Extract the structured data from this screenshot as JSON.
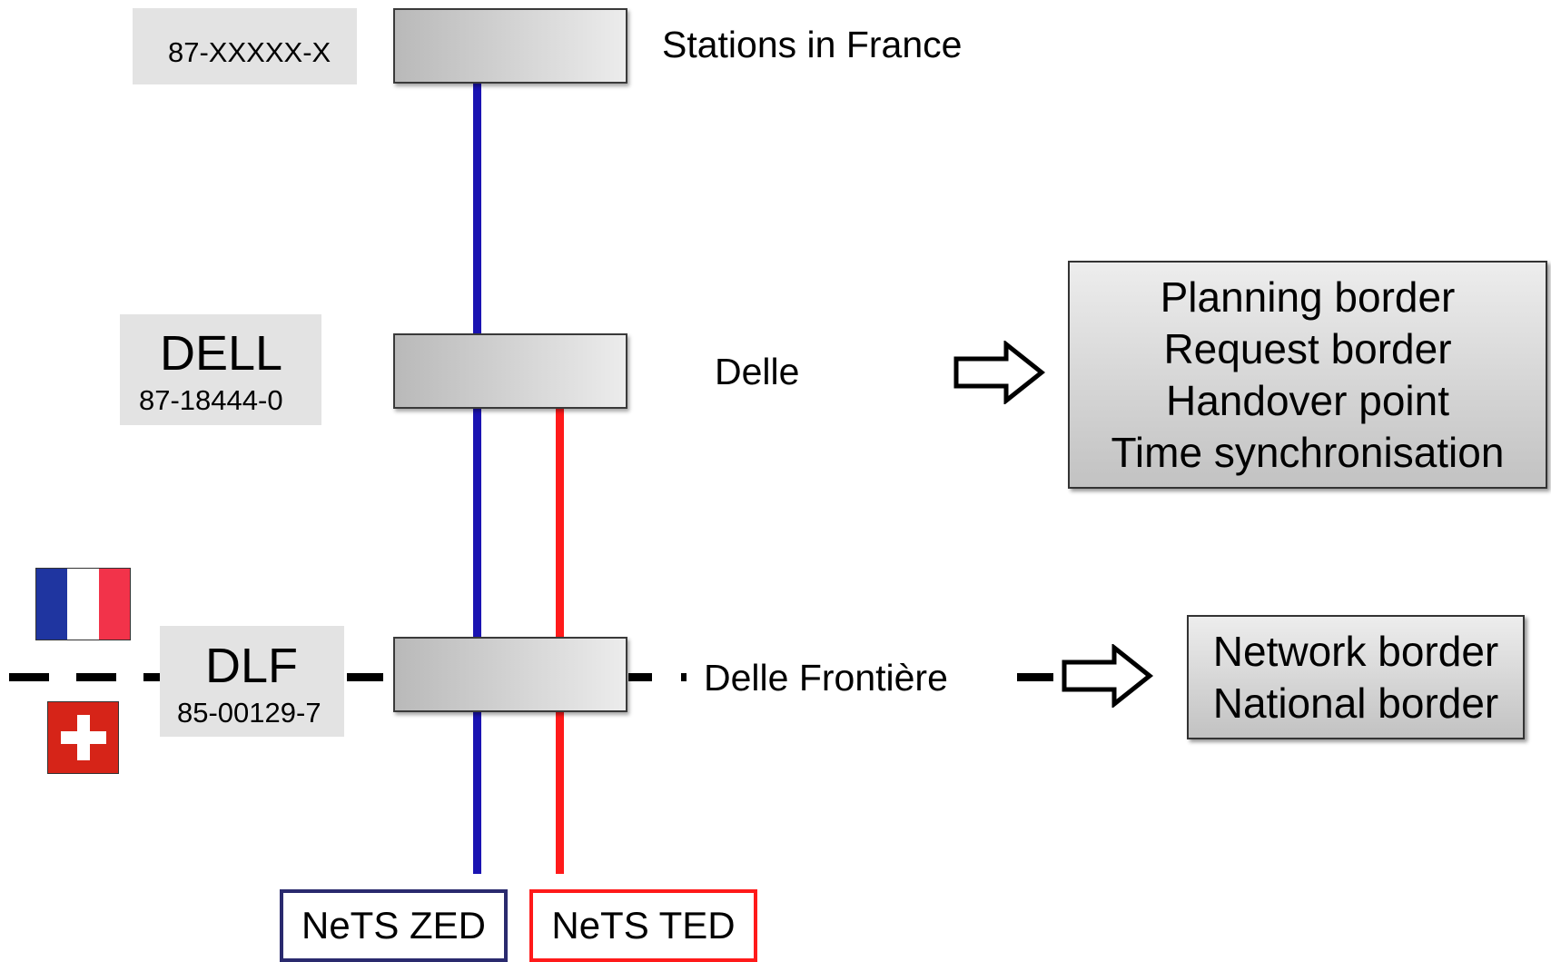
{
  "stations": {
    "france": {
      "code": "87-XXXXX-X",
      "name": "Stations in France"
    },
    "delle": {
      "abbr": "DELL",
      "code": "87-18444-0",
      "name": "Delle"
    },
    "delle_frontiere": {
      "abbr": "DLF",
      "code": "85-00129-7",
      "name": "Delle Frontière"
    }
  },
  "info_boxes": {
    "delle": [
      "Planning border",
      "Request border",
      "Handover point",
      "Time synchronisation"
    ],
    "frontiere": [
      "Network border",
      "National border"
    ]
  },
  "networks": {
    "zed": {
      "label": "NeTS ZED",
      "color": "#1a13b2"
    },
    "ted": {
      "label": "NeTS TED",
      "color": "#ff1a1a"
    }
  },
  "colors": {
    "code_box_bg": "#e3e3e3",
    "french_flag": [
      "#1f35a0",
      "#ffffff",
      "#f2334a"
    ],
    "swiss_flag": "#d62418"
  },
  "icons": {
    "arrow": "right-arrow-outline-icon",
    "france_flag": "france-flag-icon",
    "swiss_flag": "switzerland-flag-icon"
  }
}
